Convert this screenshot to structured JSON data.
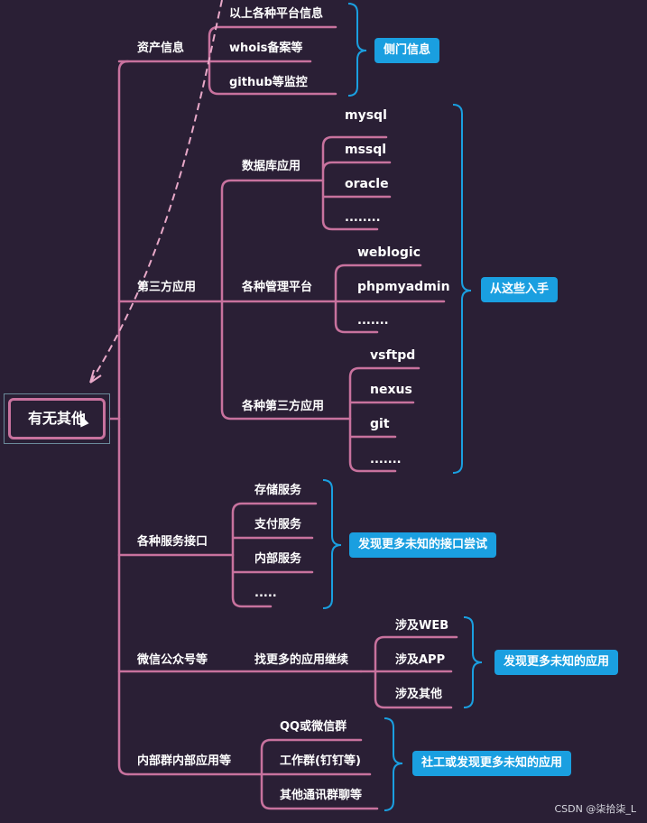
{
  "root": {
    "label": "有无其他"
  },
  "branches": {
    "assets": {
      "label": "资产信息",
      "children": [
        "以上各种平台信息",
        "whois备案等",
        "github等监控"
      ],
      "callout": "侧门信息"
    },
    "third_party": {
      "label": "第三方应用",
      "callout": "从这些入手",
      "groups": [
        {
          "label": "数据库应用",
          "children": [
            "mysql",
            "mssql",
            "oracle",
            "........"
          ]
        },
        {
          "label": "各种管理平台",
          "children": [
            "weblogic",
            "phpmyadmin",
            "......."
          ]
        },
        {
          "label": "各种第三方应用",
          "children": [
            "vsftpd",
            "nexus",
            "git",
            "......."
          ]
        }
      ]
    },
    "services": {
      "label": "各种服务接口",
      "children": [
        "存储服务",
        "支付服务",
        "内部服务",
        "....."
      ],
      "callout": "发现更多未知的接口尝试"
    },
    "wechat": {
      "label": "微信公众号等",
      "sub": "找更多的应用继续",
      "children": [
        "涉及WEB",
        "涉及APP",
        "涉及其他"
      ],
      "callout": "发现更多未知的应用"
    },
    "internal": {
      "label": "内部群内部应用等",
      "children": [
        "QQ或微信群",
        "工作群(钉钉等)",
        "其他通讯群聊等"
      ],
      "callout": "社工或发现更多未知的应用"
    }
  },
  "watermark": "CSDN @柒拾柒_L",
  "colors": {
    "background": "#2a1f35",
    "branch_line": "#c8729e",
    "brace": "#1a9fe0",
    "callout": "#1a9fe0"
  }
}
